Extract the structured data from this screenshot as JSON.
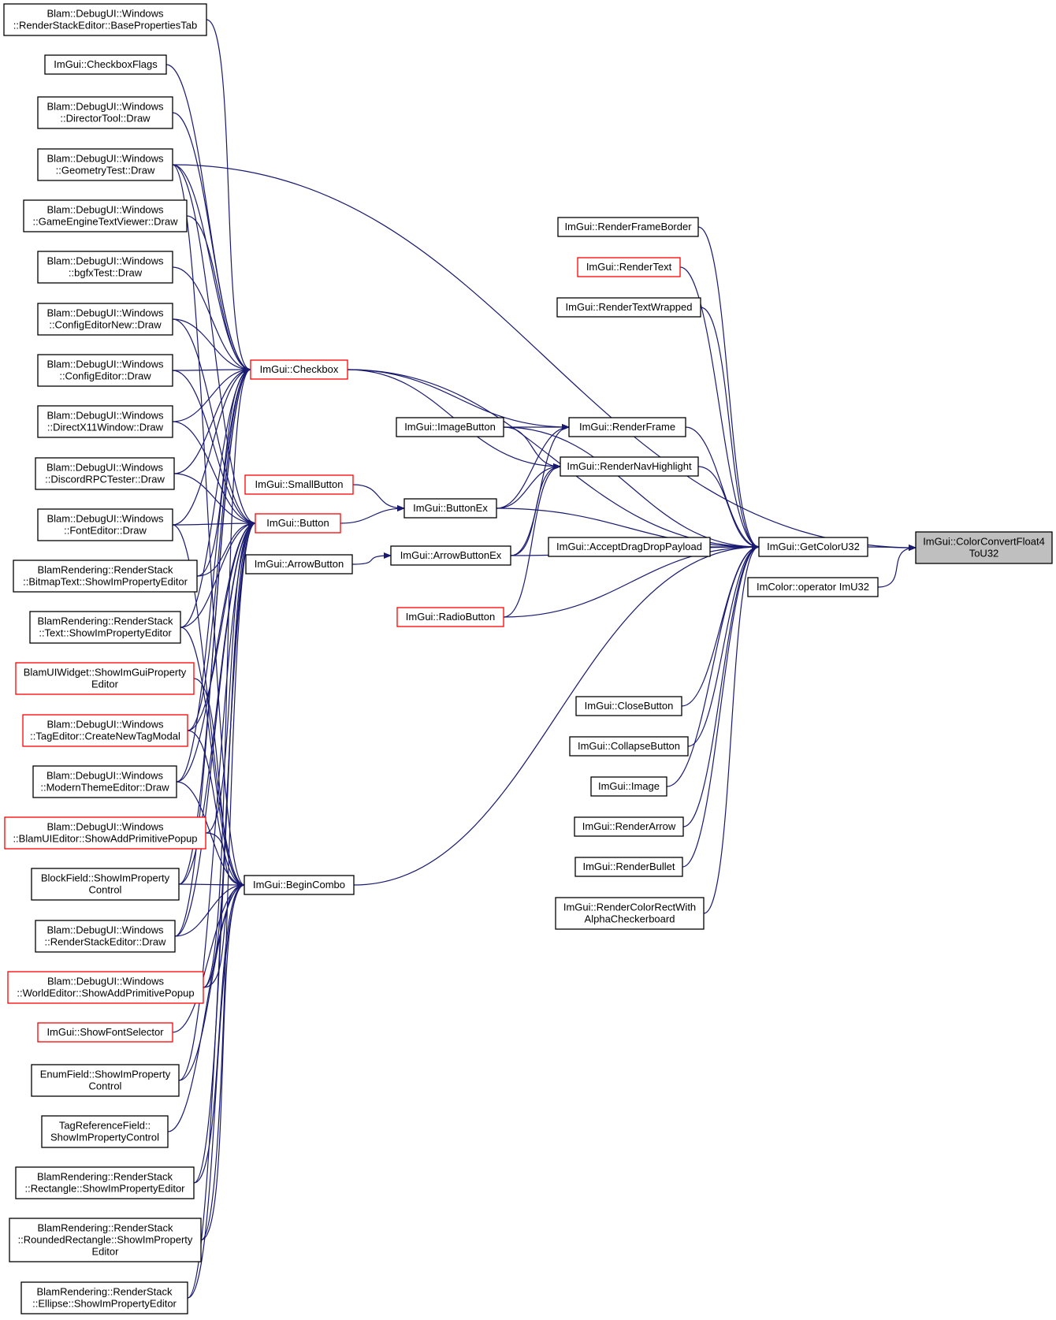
{
  "colors": {
    "edge": "#191970",
    "border_normal": "#000000",
    "border_truncated": "#ff0000",
    "root_fill": "#bfbfbf",
    "node_fill": "#ffffff"
  },
  "nodes": [
    {
      "id": "base_props",
      "lines": [
        "Blam::DebugUI::Windows",
        "::RenderStackEditor::BasePropertiesTab"
      ],
      "style": "normal"
    },
    {
      "id": "checkbox_flags",
      "lines": [
        "ImGui::CheckboxFlags"
      ],
      "style": "normal"
    },
    {
      "id": "director_tool",
      "lines": [
        "Blam::DebugUI::Windows",
        "::DirectorTool::Draw"
      ],
      "style": "normal"
    },
    {
      "id": "geometry_test",
      "lines": [
        "Blam::DebugUI::Windows",
        "::GeometryTest::Draw"
      ],
      "style": "normal"
    },
    {
      "id": "game_engine_text",
      "lines": [
        "Blam::DebugUI::Windows",
        "::GameEngineTextViewer::Draw"
      ],
      "style": "normal"
    },
    {
      "id": "bgfx_test",
      "lines": [
        "Blam::DebugUI::Windows",
        "::bgfxTest::Draw"
      ],
      "style": "normal"
    },
    {
      "id": "config_editor_new",
      "lines": [
        "Blam::DebugUI::Windows",
        "::ConfigEditorNew::Draw"
      ],
      "style": "normal"
    },
    {
      "id": "config_editor",
      "lines": [
        "Blam::DebugUI::Windows",
        "::ConfigEditor::Draw"
      ],
      "style": "normal"
    },
    {
      "id": "directx11",
      "lines": [
        "Blam::DebugUI::Windows",
        "::DirectX11Window::Draw"
      ],
      "style": "normal"
    },
    {
      "id": "discord_rpc",
      "lines": [
        "Blam::DebugUI::Windows",
        "::DiscordRPCTester::Draw"
      ],
      "style": "normal"
    },
    {
      "id": "font_editor",
      "lines": [
        "Blam::DebugUI::Windows",
        "::FontEditor::Draw"
      ],
      "style": "normal"
    },
    {
      "id": "bitmap_text",
      "lines": [
        "BlamRendering::RenderStack",
        "::BitmapText::ShowImPropertyEditor"
      ],
      "style": "normal"
    },
    {
      "id": "text_prop",
      "lines": [
        "BlamRendering::RenderStack",
        "::Text::ShowImPropertyEditor"
      ],
      "style": "normal"
    },
    {
      "id": "ui_widget",
      "lines": [
        "BlamUIWidget::ShowImGuiProperty",
        "Editor"
      ],
      "style": "truncated"
    },
    {
      "id": "tag_editor",
      "lines": [
        "Blam::DebugUI::Windows",
        "::TagEditor::CreateNewTagModal"
      ],
      "style": "truncated"
    },
    {
      "id": "modern_theme",
      "lines": [
        "Blam::DebugUI::Windows",
        "::ModernThemeEditor::Draw"
      ],
      "style": "normal"
    },
    {
      "id": "ui_editor",
      "lines": [
        "Blam::DebugUI::Windows",
        "::BlamUIEditor::ShowAddPrimitivePopup"
      ],
      "style": "truncated"
    },
    {
      "id": "block_field",
      "lines": [
        "BlockField::ShowImProperty",
        "Control"
      ],
      "style": "normal"
    },
    {
      "id": "rse_draw",
      "lines": [
        "Blam::DebugUI::Windows",
        "::RenderStackEditor::Draw"
      ],
      "style": "normal"
    },
    {
      "id": "world_editor",
      "lines": [
        "Blam::DebugUI::Windows",
        "::WorldEditor::ShowAddPrimitivePopup"
      ],
      "style": "truncated"
    },
    {
      "id": "font_selector",
      "lines": [
        "ImGui::ShowFontSelector"
      ],
      "style": "truncated"
    },
    {
      "id": "enum_field",
      "lines": [
        "EnumField::ShowImProperty",
        "Control"
      ],
      "style": "normal"
    },
    {
      "id": "tag_ref",
      "lines": [
        "TagReferenceField::",
        "ShowImPropertyControl"
      ],
      "style": "normal"
    },
    {
      "id": "rectangle",
      "lines": [
        "BlamRendering::RenderStack",
        "::Rectangle::ShowImPropertyEditor"
      ],
      "style": "normal"
    },
    {
      "id": "rounded_rect",
      "lines": [
        "BlamRendering::RenderStack",
        "::RoundedRectangle::ShowImProperty",
        "Editor"
      ],
      "style": "normal"
    },
    {
      "id": "ellipse",
      "lines": [
        "BlamRendering::RenderStack",
        "::Ellipse::ShowImPropertyEditor"
      ],
      "style": "normal"
    },
    {
      "id": "checkbox",
      "lines": [
        "ImGui::Checkbox"
      ],
      "style": "truncated"
    },
    {
      "id": "small_button",
      "lines": [
        "ImGui::SmallButton"
      ],
      "style": "truncated"
    },
    {
      "id": "button",
      "lines": [
        "ImGui::Button"
      ],
      "style": "truncated"
    },
    {
      "id": "arrow_button",
      "lines": [
        "ImGui::ArrowButton"
      ],
      "style": "normal"
    },
    {
      "id": "begin_combo",
      "lines": [
        "ImGui::BeginCombo"
      ],
      "style": "normal"
    },
    {
      "id": "image_button",
      "lines": [
        "ImGui::ImageButton"
      ],
      "style": "normal"
    },
    {
      "id": "button_ex",
      "lines": [
        "ImGui::ButtonEx"
      ],
      "style": "normal"
    },
    {
      "id": "arrow_button_ex",
      "lines": [
        "ImGui::ArrowButtonEx"
      ],
      "style": "normal"
    },
    {
      "id": "radio_button",
      "lines": [
        "ImGui::RadioButton"
      ],
      "style": "truncated"
    },
    {
      "id": "render_frame_border",
      "lines": [
        "ImGui::RenderFrameBorder"
      ],
      "style": "normal"
    },
    {
      "id": "render_text",
      "lines": [
        "ImGui::RenderText"
      ],
      "style": "truncated"
    },
    {
      "id": "render_text_wrapped",
      "lines": [
        "ImGui::RenderTextWrapped"
      ],
      "style": "normal"
    },
    {
      "id": "render_frame",
      "lines": [
        "ImGui::RenderFrame"
      ],
      "style": "normal"
    },
    {
      "id": "render_nav_highlight",
      "lines": [
        "ImGui::RenderNavHighlight"
      ],
      "style": "normal"
    },
    {
      "id": "accept_drag_drop",
      "lines": [
        "ImGui::AcceptDragDropPayload"
      ],
      "style": "normal"
    },
    {
      "id": "close_button",
      "lines": [
        "ImGui::CloseButton"
      ],
      "style": "normal"
    },
    {
      "id": "collapse_button",
      "lines": [
        "ImGui::CollapseButton"
      ],
      "style": "normal"
    },
    {
      "id": "image",
      "lines": [
        "ImGui::Image"
      ],
      "style": "normal"
    },
    {
      "id": "render_arrow",
      "lines": [
        "ImGui::RenderArrow"
      ],
      "style": "normal"
    },
    {
      "id": "render_bullet",
      "lines": [
        "ImGui::RenderBullet"
      ],
      "style": "normal"
    },
    {
      "id": "render_color_rect",
      "lines": [
        "ImGui::RenderColorRectWith",
        "AlphaCheckerboard"
      ],
      "style": "normal"
    },
    {
      "id": "get_color_u32",
      "lines": [
        "ImGui::GetColorU32"
      ],
      "style": "normal"
    },
    {
      "id": "operator_imu32",
      "lines": [
        "ImColor::operator ImU32"
      ],
      "style": "normal"
    },
    {
      "id": "color_convert",
      "lines": [
        "ImGui::ColorConvertFloat4",
        "ToU32"
      ],
      "style": "root"
    }
  ],
  "edges": [
    [
      "checkbox_flags",
      "checkbox"
    ],
    [
      "director_tool",
      "checkbox"
    ],
    [
      "geometry_test",
      "checkbox"
    ],
    [
      "game_engine_text",
      "checkbox"
    ],
    [
      "bgfx_test",
      "checkbox"
    ],
    [
      "config_editor_new",
      "checkbox"
    ],
    [
      "config_editor",
      "checkbox"
    ],
    [
      "directx11",
      "checkbox"
    ],
    [
      "discord_rpc",
      "checkbox"
    ],
    [
      "font_editor",
      "checkbox"
    ],
    [
      "bitmap_text",
      "checkbox"
    ],
    [
      "text_prop",
      "checkbox"
    ],
    [
      "tag_editor",
      "checkbox"
    ],
    [
      "modern_theme",
      "checkbox"
    ],
    [
      "block_field",
      "checkbox"
    ],
    [
      "rse_draw",
      "checkbox"
    ],
    [
      "world_editor",
      "checkbox"
    ],
    [
      "base_props",
      "checkbox"
    ],
    [
      "geometry_test",
      "button"
    ],
    [
      "config_editor_new",
      "button"
    ],
    [
      "config_editor",
      "button"
    ],
    [
      "directx11",
      "button"
    ],
    [
      "discord_rpc",
      "button"
    ],
    [
      "font_editor",
      "button"
    ],
    [
      "bitmap_text",
      "button"
    ],
    [
      "text_prop",
      "button"
    ],
    [
      "tag_editor",
      "button"
    ],
    [
      "modern_theme",
      "button"
    ],
    [
      "ui_editor",
      "button"
    ],
    [
      "block_field",
      "button"
    ],
    [
      "rse_draw",
      "button"
    ],
    [
      "world_editor",
      "button"
    ],
    [
      "enum_field",
      "button"
    ],
    [
      "rectangle",
      "button"
    ],
    [
      "rounded_rect",
      "button"
    ],
    [
      "ellipse",
      "button"
    ],
    [
      "font_editor",
      "begin_combo"
    ],
    [
      "text_prop",
      "begin_combo"
    ],
    [
      "ui_widget",
      "begin_combo"
    ],
    [
      "tag_editor",
      "begin_combo"
    ],
    [
      "modern_theme",
      "begin_combo"
    ],
    [
      "ui_editor",
      "begin_combo"
    ],
    [
      "block_field",
      "begin_combo"
    ],
    [
      "rse_draw",
      "begin_combo"
    ],
    [
      "world_editor",
      "begin_combo"
    ],
    [
      "font_selector",
      "begin_combo"
    ],
    [
      "enum_field",
      "begin_combo"
    ],
    [
      "tag_ref",
      "begin_combo"
    ],
    [
      "rectangle",
      "begin_combo"
    ],
    [
      "rounded_rect",
      "begin_combo"
    ],
    [
      "ellipse",
      "begin_combo"
    ],
    [
      "geometry_test",
      "begin_combo"
    ],
    [
      "small_button",
      "button_ex"
    ],
    [
      "button",
      "button_ex"
    ],
    [
      "arrow_button",
      "arrow_button_ex"
    ],
    [
      "checkbox",
      "render_frame"
    ],
    [
      "checkbox",
      "render_nav_highlight"
    ],
    [
      "checkbox",
      "get_color_u32"
    ],
    [
      "image_button",
      "render_frame"
    ],
    [
      "image_button",
      "render_nav_highlight"
    ],
    [
      "image_button",
      "get_color_u32"
    ],
    [
      "button_ex",
      "render_frame"
    ],
    [
      "button_ex",
      "render_nav_highlight"
    ],
    [
      "button_ex",
      "get_color_u32"
    ],
    [
      "arrow_button_ex",
      "render_frame"
    ],
    [
      "arrow_button_ex",
      "render_nav_highlight"
    ],
    [
      "arrow_button_ex",
      "get_color_u32"
    ],
    [
      "radio_button",
      "render_nav_highlight"
    ],
    [
      "radio_button",
      "get_color_u32"
    ],
    [
      "begin_combo",
      "get_color_u32"
    ],
    [
      "render_frame_border",
      "get_color_u32"
    ],
    [
      "render_text",
      "get_color_u32"
    ],
    [
      "render_text_wrapped",
      "get_color_u32"
    ],
    [
      "render_frame",
      "get_color_u32"
    ],
    [
      "render_nav_highlight",
      "get_color_u32"
    ],
    [
      "accept_drag_drop",
      "get_color_u32"
    ],
    [
      "close_button",
      "get_color_u32"
    ],
    [
      "collapse_button",
      "get_color_u32"
    ],
    [
      "image",
      "get_color_u32"
    ],
    [
      "render_arrow",
      "get_color_u32"
    ],
    [
      "render_bullet",
      "get_color_u32"
    ],
    [
      "render_color_rect",
      "get_color_u32"
    ],
    [
      "get_color_u32",
      "color_convert"
    ],
    [
      "operator_imu32",
      "color_convert"
    ],
    [
      "geometry_test",
      "color_convert"
    ]
  ]
}
